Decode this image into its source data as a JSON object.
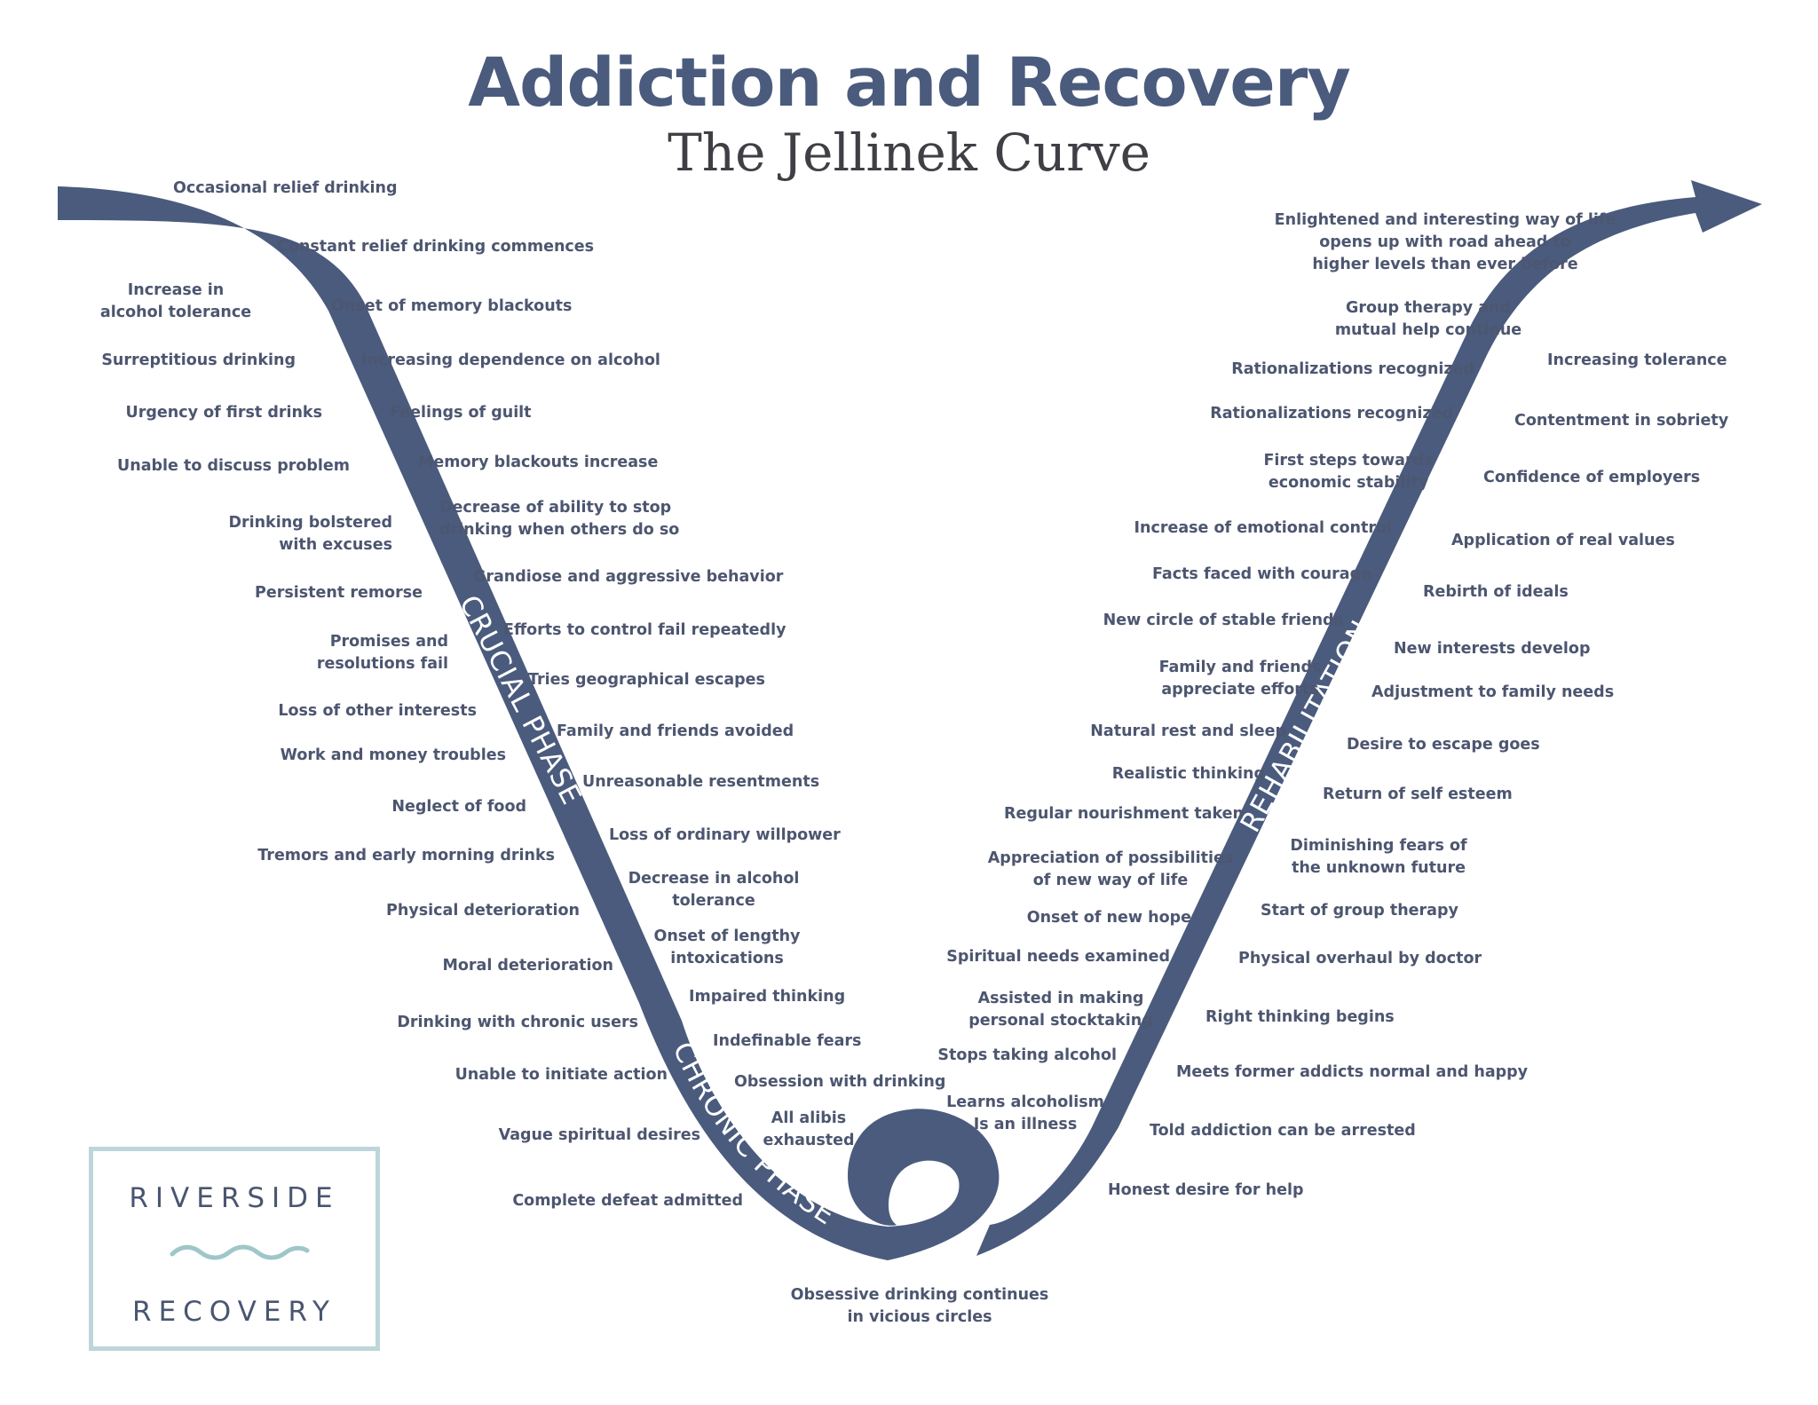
{
  "title": "Addiction and Recovery",
  "subtitle": "The Jellinek Curve",
  "colors": {
    "curve": "#4a5b7d",
    "text": "#4d5670",
    "logo_border": "#bcd6da",
    "logo_wave": "#9fc6c9"
  },
  "phases": {
    "crucial": "CRUCIAL PHASE",
    "chronic": "CHRONIC PHASE",
    "rehab": "REHABILITATION"
  },
  "logo": {
    "top": "RIVERSIDE",
    "bottom": "RECOVERY"
  },
  "labels": {
    "l1": "Occasional relief drinking",
    "l2": "Constant relief drinking commences",
    "l3": "Increase in\nalcohol tolerance",
    "l4": "Onset of memory blackouts",
    "l5": "Surreptitious drinking",
    "l6": "Increasing dependence on alcohol",
    "l7": "Urgency of first drinks",
    "l8": "Feelings of guilt",
    "l9": "Unable to discuss problem",
    "l10": "Memory blackouts increase",
    "l11": "Drinking bolstered\nwith excuses",
    "l12": "Decrease of ability to stop\ndrinking when others do so",
    "l13": "Persistent remorse",
    "l14": "Grandiose and aggressive behavior",
    "l15": "Promises and\nresolutions fail",
    "l16": "Efforts to control fail repeatedly",
    "l17": "Tries geographical escapes",
    "l18": "Loss of other interests",
    "l19": "Family and friends avoided",
    "l20": "Work and money troubles",
    "l21": "Unreasonable resentments",
    "l22": "Neglect of food",
    "l23": "Loss of ordinary willpower",
    "l24": "Tremors and early morning drinks",
    "l25": "Decrease in alcohol\ntolerance",
    "l26": "Physical deterioration",
    "l27": "Onset of lengthy\nintoxications",
    "l28": "Moral deterioration",
    "l29": "Impaired thinking",
    "l30": "Drinking with chronic users",
    "l31": "Indefinable fears",
    "l32": "Unable to initiate action",
    "l33": "Obsession with drinking",
    "l34": "All alibis\nexhausted",
    "l35": "Vague spiritual desires",
    "l36": "Complete defeat admitted",
    "l37": "Obsessive drinking continues\nin vicious circles",
    "r1": "Enlightened and interesting way of life\nopens up with road ahead to\nhigher levels than ever before",
    "r2": "Group therapy and\nmutual help continue",
    "r3": "Rationalizations recognized",
    "r4": "Increasing tolerance",
    "r5": "Rationalizations recognized",
    "r6": "Contentment in sobriety",
    "r7": "First steps towards\neconomic stability",
    "r8": "Confidence of employers",
    "r9": "Increase of emotional control",
    "r10": "Application of real values",
    "r11": "Facts faced with courage",
    "r12": "Rebirth of ideals",
    "r13": "New circle of stable friends",
    "r14": "New interests develop",
    "r15": "Family and friends\nappreciate efforts",
    "r16": "Adjustment to family needs",
    "r17": "Natural rest and sleep",
    "r18": "Desire to escape goes",
    "r19": "Realistic thinking",
    "r20": "Return of self esteem",
    "r21": "Regular nourishment taken",
    "r22": "Diminishing fears of\nthe unknown future",
    "r23": "Appreciation of possibilities\nof new way of life",
    "r24": "Start of group therapy",
    "r25": "Onset of new hope",
    "r26": "Physical overhaul by doctor",
    "r27": "Spiritual needs examined",
    "r28": "Assisted in making\npersonal stocktaking",
    "r29": "Right thinking begins",
    "r30": "Stops taking alcohol",
    "r31": "Meets former addicts normal and happy",
    "r32": "Learns alcoholism\nIs an illness",
    "r33": "Told addiction can be arrested",
    "r34": "Honest desire for help"
  }
}
